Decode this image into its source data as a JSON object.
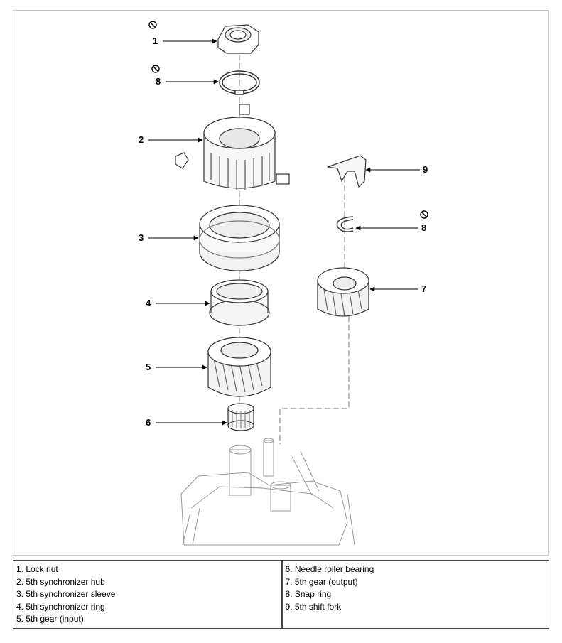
{
  "callouts": {
    "c1": "1",
    "c2": "2",
    "c3": "3",
    "c4": "4",
    "c5": "5",
    "c6": "6",
    "c7": "7",
    "c8a": "8",
    "c8b": "8",
    "c9": "9"
  },
  "legend": {
    "left": [
      "1. Lock nut",
      "2. 5th synchronizer hub",
      "3. 5th synchronizer sleeve",
      "4. 5th synchronizer ring",
      "5. 5th gear (input)"
    ],
    "right": [
      "6. Needle roller bearing",
      "7. 5th gear (output)",
      "8. Snap ring",
      "9. 5th shift fork"
    ]
  },
  "symbols": {
    "replace_marker_icon": "circle-slash"
  }
}
